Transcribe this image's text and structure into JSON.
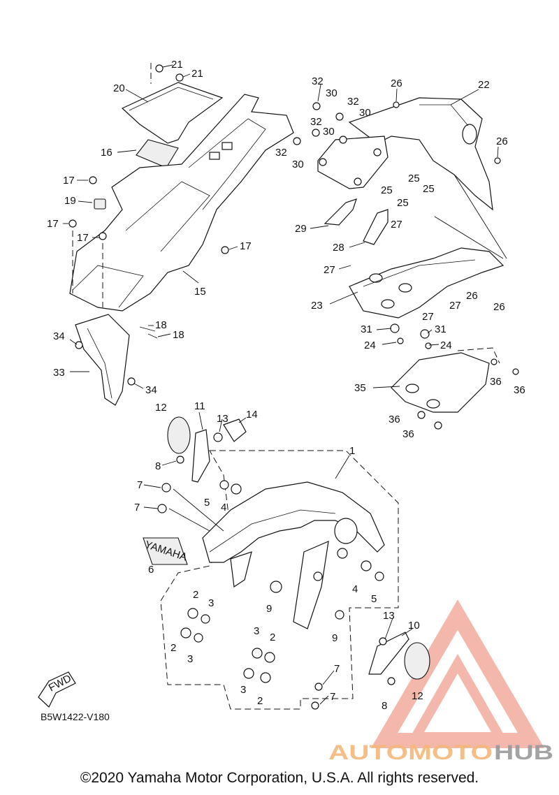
{
  "diagram": {
    "code": "B5W1422-V180",
    "copyright": "©2020 Yamaha Motor Corporation, U.S.A. All rights reserved.",
    "fwd_label": "FWD",
    "decal_text": "YAMAHA",
    "callouts": [
      {
        "id": "c21a",
        "text": "21"
      },
      {
        "id": "c21b",
        "text": "21"
      },
      {
        "id": "c20",
        "text": "20"
      },
      {
        "id": "c16",
        "text": "16"
      },
      {
        "id": "c17a",
        "text": "17"
      },
      {
        "id": "c19",
        "text": "19"
      },
      {
        "id": "c17b",
        "text": "17"
      },
      {
        "id": "c17c",
        "text": "17"
      },
      {
        "id": "c17d",
        "text": "17"
      },
      {
        "id": "c15",
        "text": "15"
      },
      {
        "id": "c18a",
        "text": "18"
      },
      {
        "id": "c18b",
        "text": "18"
      },
      {
        "id": "c34a",
        "text": "34"
      },
      {
        "id": "c33",
        "text": "33"
      },
      {
        "id": "c34b",
        "text": "34"
      },
      {
        "id": "c32a",
        "text": "32"
      },
      {
        "id": "c30a",
        "text": "30"
      },
      {
        "id": "c32b",
        "text": "32"
      },
      {
        "id": "c30b",
        "text": "30"
      },
      {
        "id": "c32c",
        "text": "32"
      },
      {
        "id": "c30c",
        "text": "30"
      },
      {
        "id": "c32d",
        "text": "32"
      },
      {
        "id": "c30d",
        "text": "30"
      },
      {
        "id": "c26a",
        "text": "26"
      },
      {
        "id": "c22",
        "text": "22"
      },
      {
        "id": "c26b",
        "text": "26"
      },
      {
        "id": "c25a",
        "text": "25"
      },
      {
        "id": "c25b",
        "text": "25"
      },
      {
        "id": "c25c",
        "text": "25"
      },
      {
        "id": "c25d",
        "text": "25"
      },
      {
        "id": "c29",
        "text": "29"
      },
      {
        "id": "c27a",
        "text": "27"
      },
      {
        "id": "c28",
        "text": "28"
      },
      {
        "id": "c27b",
        "text": "27"
      },
      {
        "id": "c23",
        "text": "23"
      },
      {
        "id": "c27c",
        "text": "27"
      },
      {
        "id": "c27d",
        "text": "27"
      },
      {
        "id": "c26c",
        "text": "26"
      },
      {
        "id": "c26d",
        "text": "26"
      },
      {
        "id": "c31a",
        "text": "31"
      },
      {
        "id": "c31b",
        "text": "31"
      },
      {
        "id": "c24a",
        "text": "24"
      },
      {
        "id": "c24b",
        "text": "24"
      },
      {
        "id": "c35",
        "text": "35"
      },
      {
        "id": "c36a",
        "text": "36"
      },
      {
        "id": "c36b",
        "text": "36"
      },
      {
        "id": "c36c",
        "text": "36"
      },
      {
        "id": "c36d",
        "text": "36"
      },
      {
        "id": "c12a",
        "text": "12"
      },
      {
        "id": "c11",
        "text": "11"
      },
      {
        "id": "c13a",
        "text": "13"
      },
      {
        "id": "c14",
        "text": "14"
      },
      {
        "id": "c1",
        "text": "1"
      },
      {
        "id": "c8a",
        "text": "8"
      },
      {
        "id": "c7a",
        "text": "7"
      },
      {
        "id": "c5a",
        "text": "5"
      },
      {
        "id": "c4a",
        "text": "4"
      },
      {
        "id": "c7b",
        "text": "7"
      },
      {
        "id": "c6",
        "text": "6"
      },
      {
        "id": "c2a",
        "text": "2"
      },
      {
        "id": "c3a",
        "text": "3"
      },
      {
        "id": "c9a",
        "text": "9"
      },
      {
        "id": "c4b",
        "text": "4"
      },
      {
        "id": "c5b",
        "text": "5"
      },
      {
        "id": "c2b",
        "text": "2"
      },
      {
        "id": "c3b",
        "text": "3"
      },
      {
        "id": "c9b",
        "text": "9"
      },
      {
        "id": "c3c",
        "text": "3"
      },
      {
        "id": "c2c",
        "text": "2"
      },
      {
        "id": "c3d",
        "text": "3"
      },
      {
        "id": "c2d",
        "text": "2"
      },
      {
        "id": "c7c",
        "text": "7"
      },
      {
        "id": "c7d",
        "text": "7"
      },
      {
        "id": "c13b",
        "text": "13"
      },
      {
        "id": "c10",
        "text": "10"
      },
      {
        "id": "c8b",
        "text": "8"
      },
      {
        "id": "c12b",
        "text": "12"
      }
    ]
  },
  "watermark": {
    "brand_part1": "AUTOMOTO",
    "brand_part2": "HUB",
    "color_primary": "#f0a090",
    "color_accent": "#f5b87a",
    "color_dark": "#9a9a9a"
  }
}
